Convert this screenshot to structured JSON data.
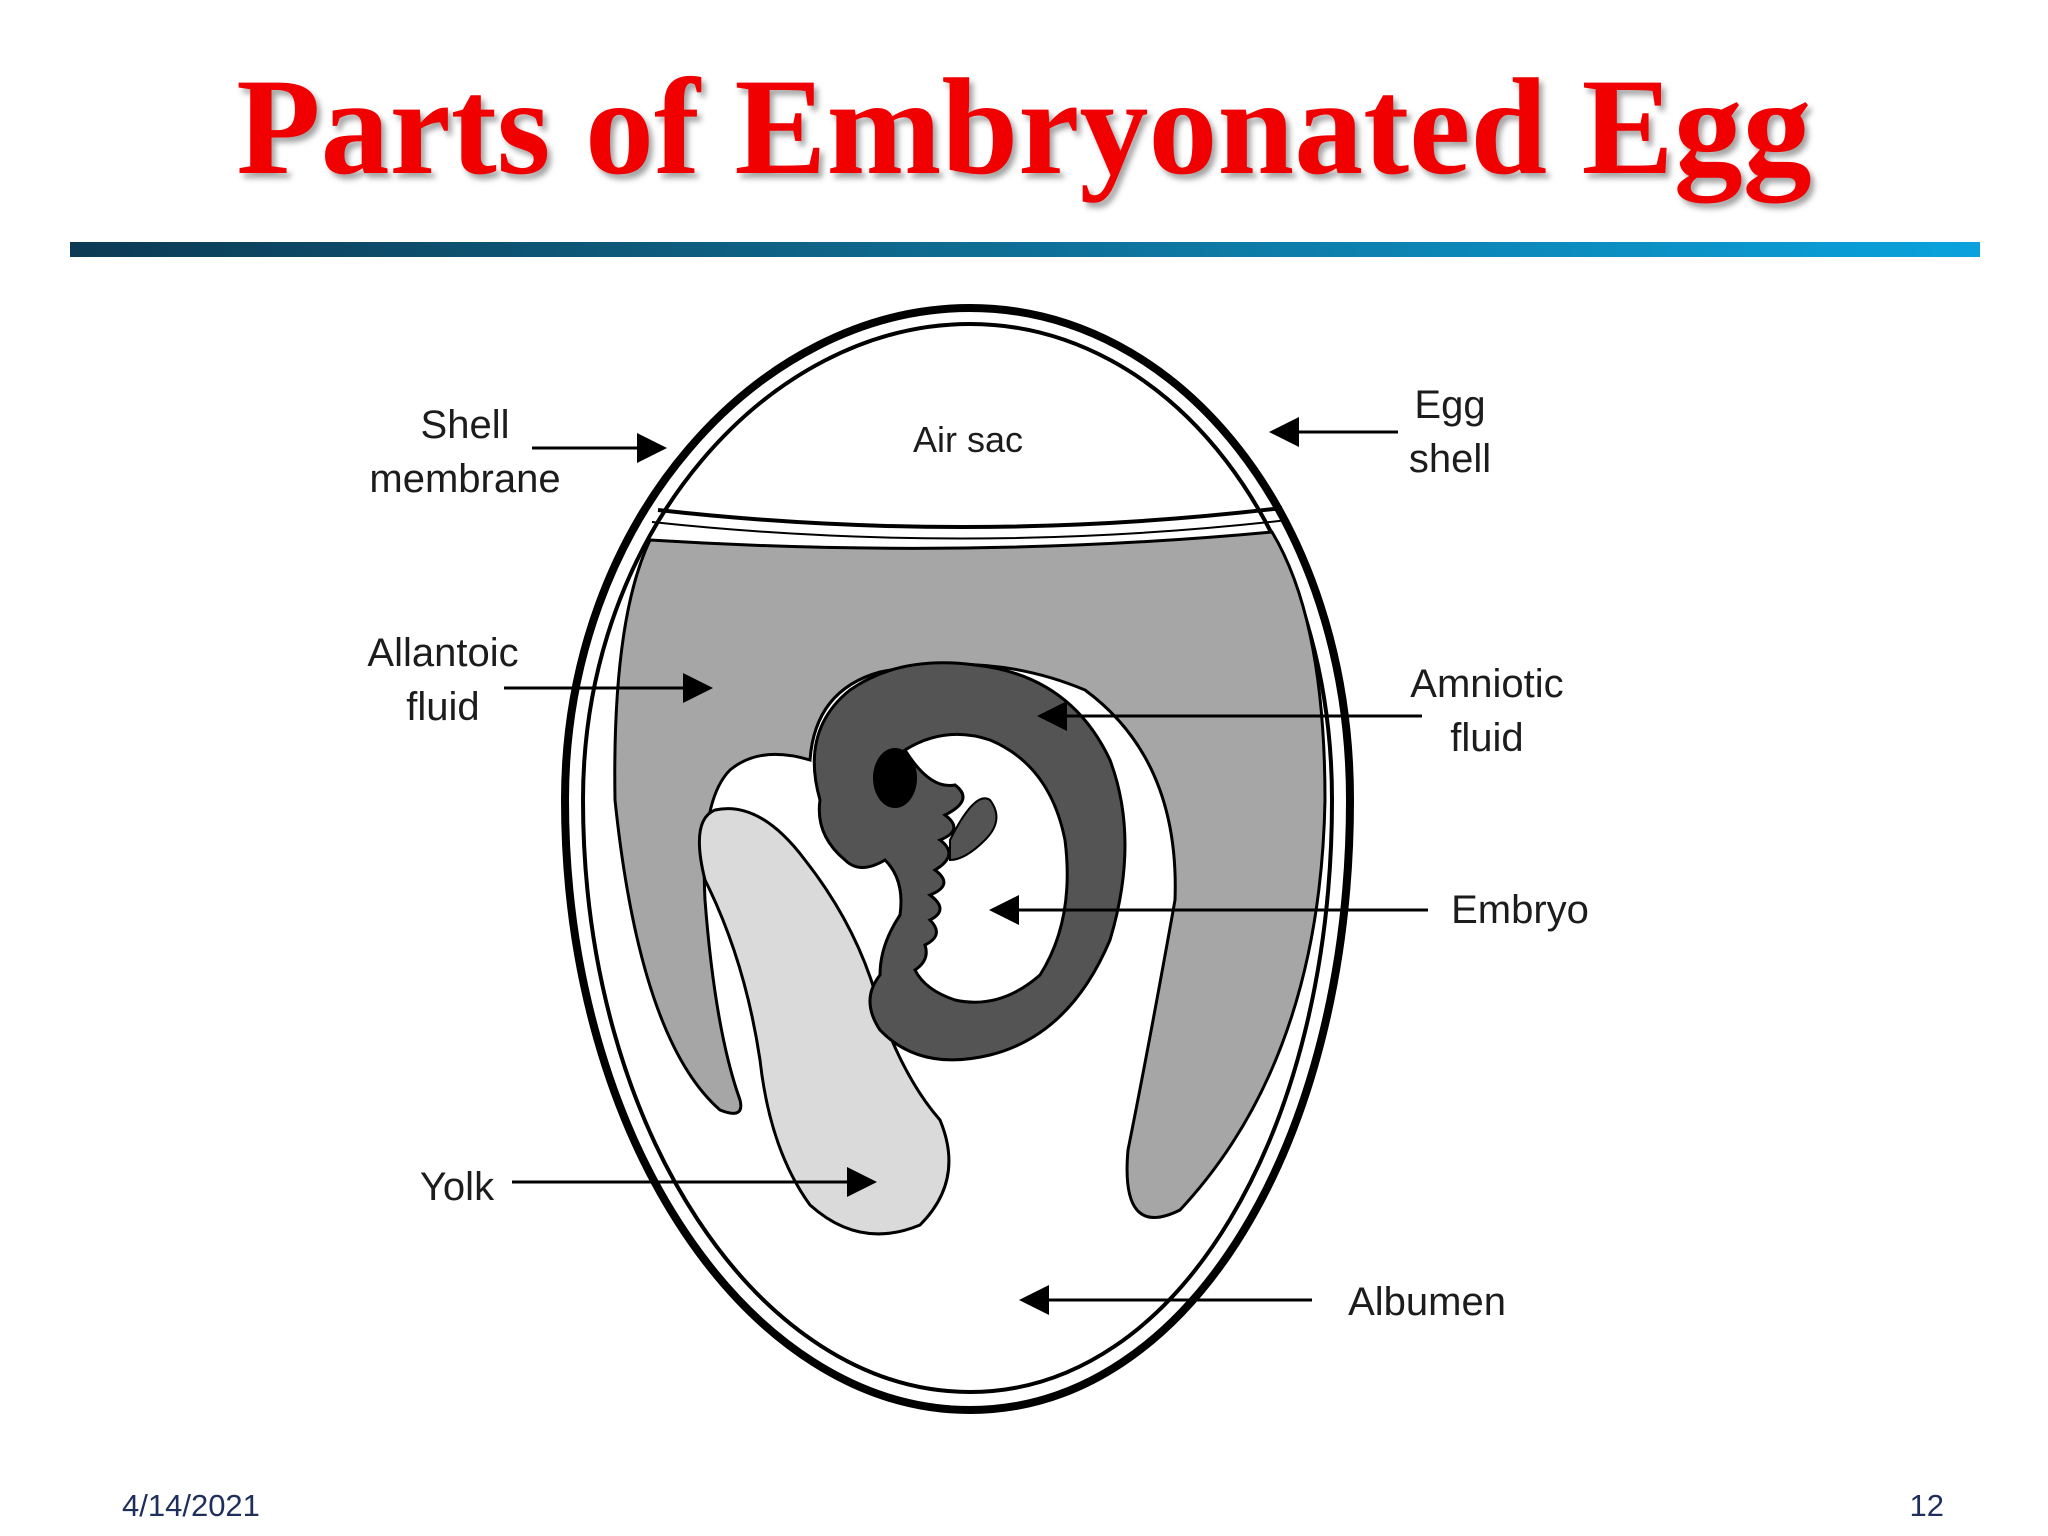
{
  "slide": {
    "title": "Parts of Embryonated Egg",
    "date": "4/14/2021",
    "page_number": "12"
  },
  "diagram": {
    "labels": {
      "shell_membrane": [
        "Shell",
        "membrane"
      ],
      "air_sac": "Air sac",
      "egg_shell": [
        "Egg",
        "shell"
      ],
      "allantoic_fluid": [
        "Allantoic",
        "fluid"
      ],
      "amniotic_fluid": [
        "Amniotic",
        "fluid"
      ],
      "embryo": "Embryo",
      "yolk": "Yolk",
      "albumen": "Albumen"
    }
  },
  "colors": {
    "title": "#f00000",
    "allantoic_fluid": "#a6a6a6",
    "amniotic_fluid": "#545454",
    "yolk": "#dadada",
    "outline": "#000000"
  }
}
